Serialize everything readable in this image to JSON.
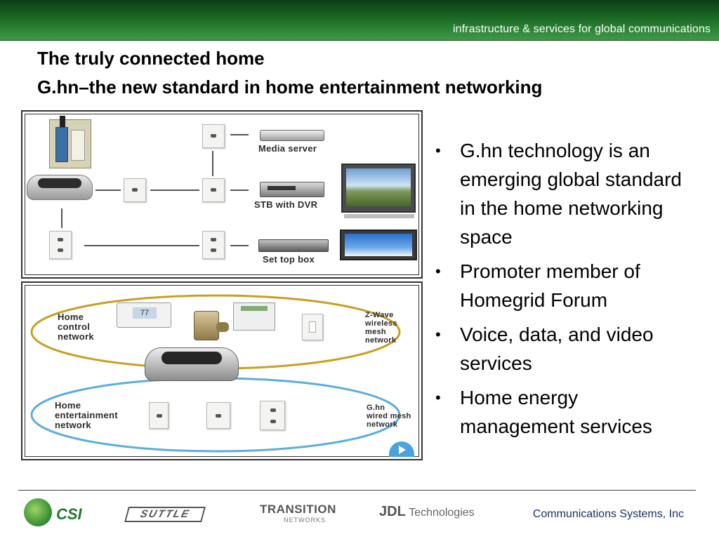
{
  "header": {
    "tagline": "infrastructure & services for global communications",
    "banner_color": "#1b6a26"
  },
  "title": {
    "line1": "The truly connected home",
    "line2": "G.hn–the new standard in home entertainment networking"
  },
  "figure_top": {
    "labels": {
      "media_server": "Media server",
      "stb_dvr": "STB with DVR",
      "set_top_box": "Set top box"
    }
  },
  "figure_bottom": {
    "labels": {
      "home_control": "Home\ncontrol\nnetwork",
      "zwave": "Z-Wave\nwireless\nmesh\nnetwork",
      "home_entertainment": "Home\nentertainment\nnetwork",
      "ghn_mesh": "G.hn\nwired mesh\nnetwork",
      "thermostat_reading": "77"
    },
    "ring_colors": {
      "control": "#c8a020",
      "entertainment": "#5aaee0"
    }
  },
  "bullets": [
    "G.hn technology is an emerging global standard in the home networking space",
    "Promoter member of Homegrid Forum",
    "Voice, data, and video services",
    "Home energy management services"
  ],
  "footer": {
    "logos": {
      "csi": "CSI",
      "suttle": "SUTTLE",
      "transition": "TRANSITION",
      "transition_sub": "NETWORKS",
      "jdl_mark": "JDL",
      "jdl_text": "Technologies"
    },
    "company": "Communications Systems, Inc"
  }
}
